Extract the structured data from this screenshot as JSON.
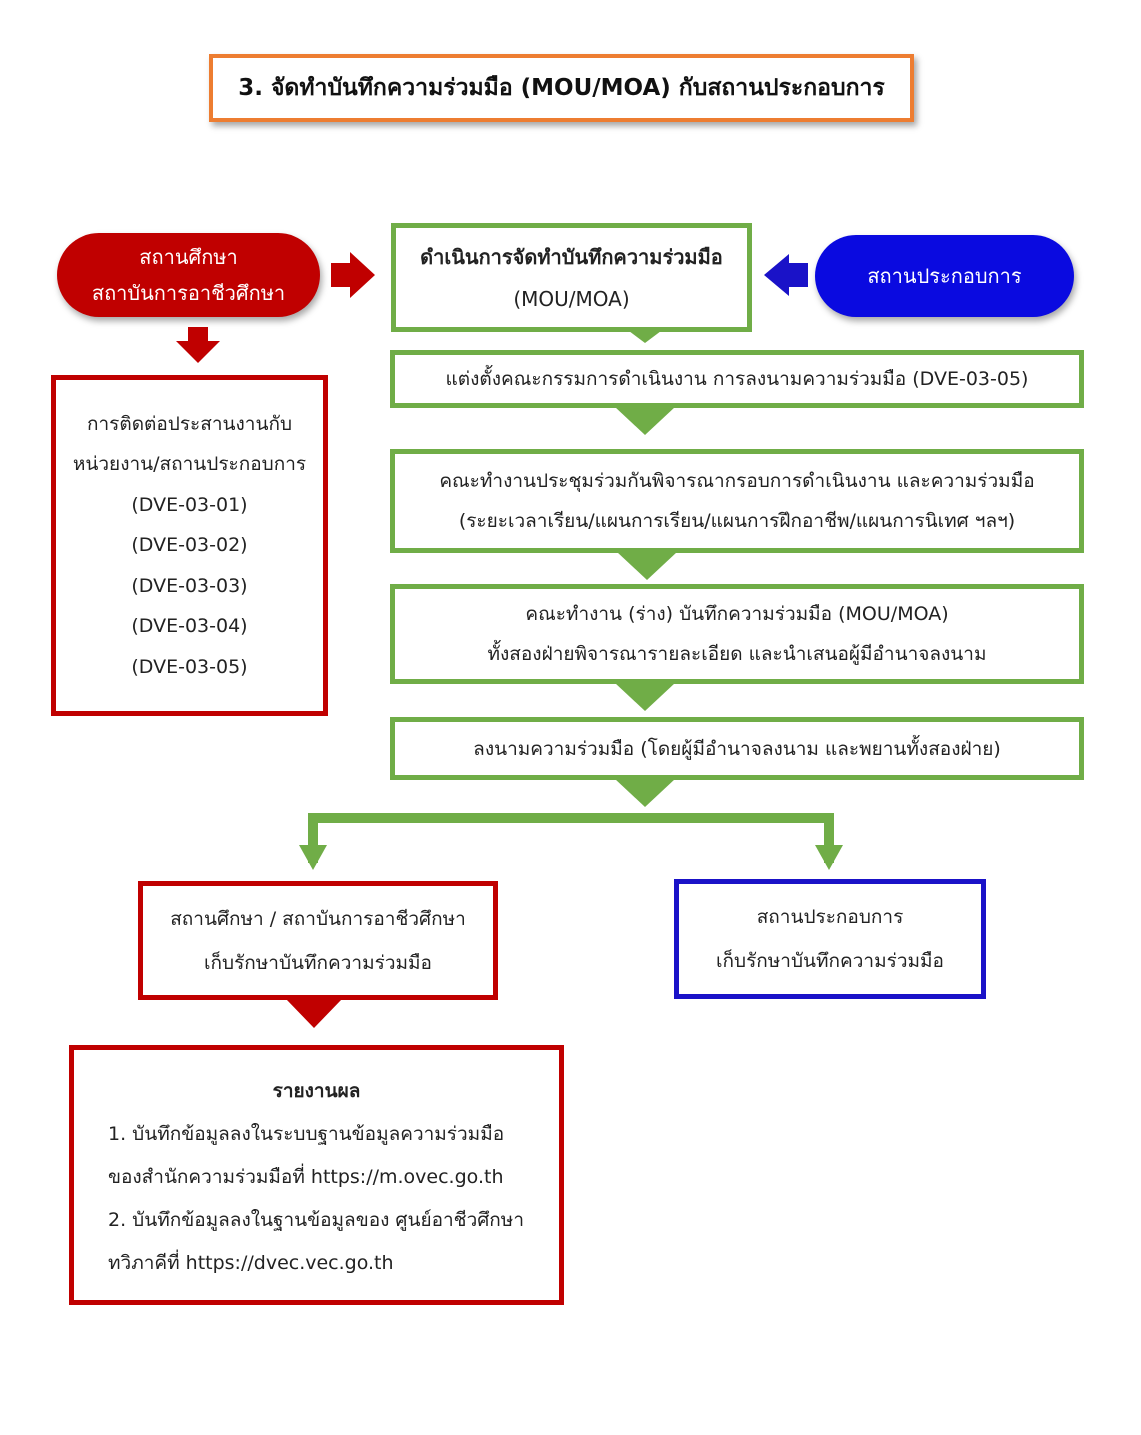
{
  "title": "3. จัดทำบันทึกความร่วมมือ (MOU/MOA) กับสถานประกอบการ",
  "education_pill": [
    "สถานศึกษา",
    "สถาบันการอาชีวศึกษา"
  ],
  "business_pill": "สถานประกอบการ",
  "main_box": [
    "ดำเนินการจัดทำบันทึกความร่วมมือ",
    "(MOU/MOA)"
  ],
  "left_list": [
    "การติดต่อประสานงานกับ",
    "หน่วยงาน/สถานประกอบการ",
    "(DVE-03-01)",
    "(DVE-03-02)",
    "(DVE-03-03)",
    "(DVE-03-04)",
    "(DVE-03-05)"
  ],
  "steps": [
    [
      "แต่งตั้งคณะกรรมการดำเนินงาน การลงนามความร่วมมือ (DVE-03-05)"
    ],
    [
      "คณะทำงานประชุมร่วมกันพิจารณากรอบการดำเนินงาน และความร่วมมือ",
      "(ระยะเวลาเรียน/แผนการเรียน/แผนการฝึกอาชีพ/แผนการนิเทศ ฯลฯ)"
    ],
    [
      "คณะทำงาน (ร่าง) บันทึกความร่วมมือ (MOU/MOA)",
      "ทั้งสองฝ่ายพิจารณารายละเอียด และนำเสนอผู้มีอำนาจลงนาม"
    ],
    [
      "ลงนามความร่วมมือ (โดยผู้มีอำนาจลงนาม และพยานทั้งสองฝ่าย)"
    ]
  ],
  "education_keep": [
    "สถานศึกษา / สถาบันการอาชีวศึกษา",
    "เก็บรักษาบันทึกความร่วมมือ"
  ],
  "business_keep": [
    "สถานประกอบการ",
    "เก็บรักษาบันทึกความร่วมมือ"
  ],
  "report": {
    "title": "รายงานผล",
    "lines": [
      "1. บันทึกข้อมูลลงในระบบฐานข้อมูลความร่วมมือ",
      "ของสำนักความร่วมมือที่ https://m.ovec.go.th",
      "2. บันทึกข้อมูลลงในฐานข้อมูลของ ศูนย์อาชีวศึกษา",
      "ทวิภาคีที่ https://dvec.vec.go.th"
    ]
  },
  "colors": {
    "red": "#c00000",
    "blue": "#0a0ae0",
    "green": "#70ad47",
    "orange": "#ed7d31"
  }
}
